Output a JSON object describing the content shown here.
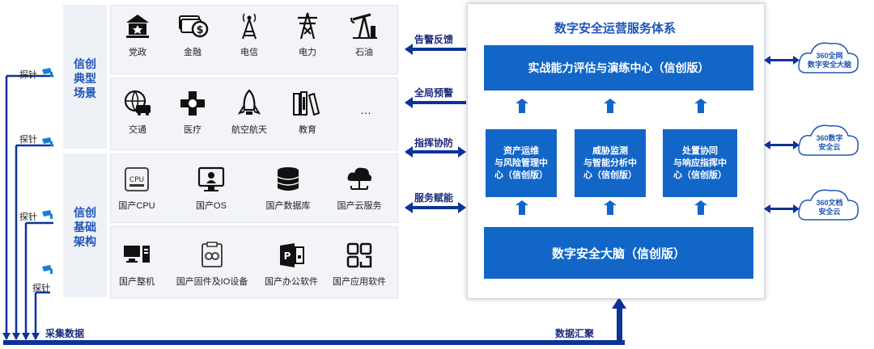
{
  "left": {
    "typical": {
      "title": "信创\n典型\n场景",
      "row1": [
        "党政",
        "金融",
        "电信",
        "电力",
        "石油"
      ],
      "row2": [
        "交通",
        "医疗",
        "航空航天",
        "教育",
        "…"
      ]
    },
    "base": {
      "title": "信创\n基础\n架构",
      "row1": [
        "国产CPU",
        "国产OS",
        "国产数据库",
        "国产云服务"
      ],
      "row2": [
        "国产整机",
        "国产固件及IO设备",
        "国产办公软件",
        "国产应用软件"
      ]
    },
    "cpu_chip_text": "CPU"
  },
  "probes": [
    "探针",
    "探针",
    "探针",
    "探针"
  ],
  "flows": [
    "告警反馈",
    "全局预警",
    "指挥协防",
    "服务赋能"
  ],
  "bottom": {
    "collect": "采集数据",
    "aggregate": "数据汇聚"
  },
  "system": {
    "title": "数字安全运营服务体系",
    "top_center": "实战能力评估与演练中心（信创版）",
    "mid": [
      "资产运维\n与风险管理中\n心（信创版）",
      "威胁监测\n与智能分析中\n心（信创版）",
      "处置协同\n与响应指挥中\n心（信创版）"
    ],
    "bottom_center": "数字安全大脑（信创版）"
  },
  "clouds": [
    "360全网\n数字安全大脑",
    "360数字\n安全云",
    "360文档\n安全云"
  ],
  "colors": {
    "dark_blue": "#0d3399",
    "box_blue": "#1266c8",
    "title_blue": "#1f56b8"
  }
}
